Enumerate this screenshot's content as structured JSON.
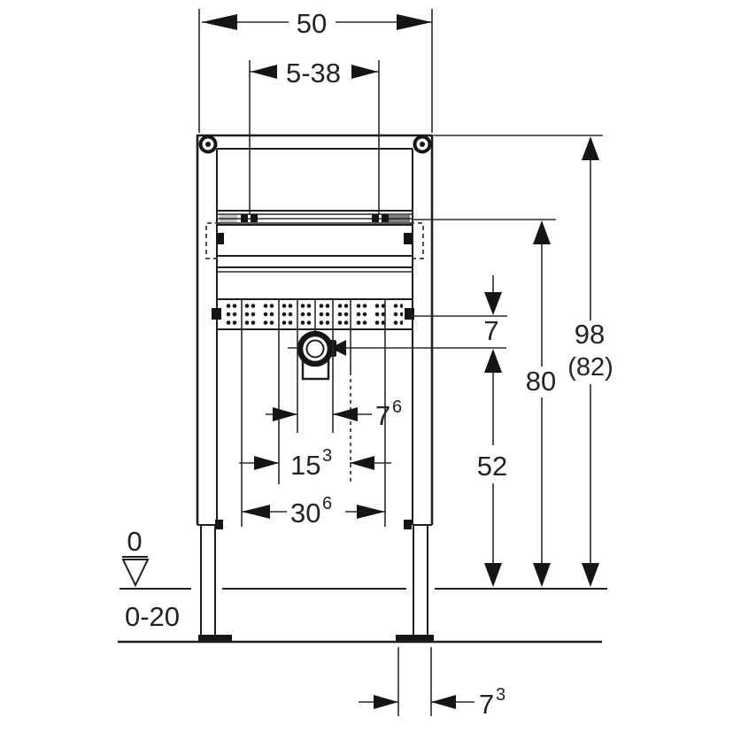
{
  "drawing": {
    "line_color": "#1e1e1e",
    "background_color": "#ffffff",
    "dims": {
      "total_width": "50",
      "fastening_range": "5-38",
      "total_height": "98",
      "total_height_alt": "(82)",
      "rail_height": "80",
      "drain_offset": "7",
      "drain_height": "52",
      "bolt_spacing": {
        "base": "7",
        "sup": "6"
      },
      "hole_spacing": {
        "base": "15",
        "sup": "3"
      },
      "rail_span": {
        "base": "30",
        "sup": "6"
      },
      "foot_width": {
        "base": "7",
        "sup": "3"
      },
      "datum_level": "0",
      "floor_adjustment": "0-20"
    }
  }
}
